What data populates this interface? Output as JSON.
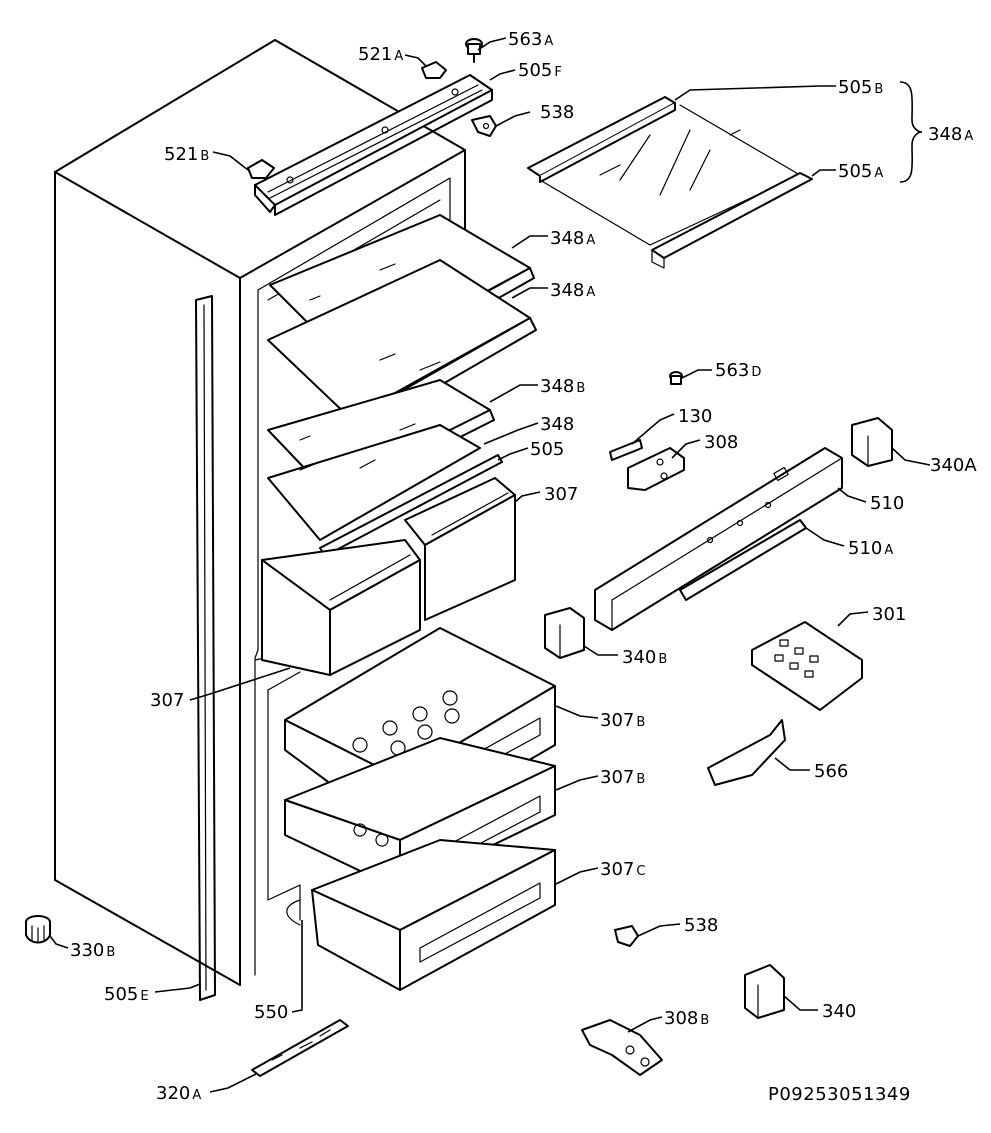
{
  "diagram": {
    "drawing_code": "P09253051349",
    "callouts": [
      {
        "id": "c563a",
        "main": "563",
        "sub": "A"
      },
      {
        "id": "c521a",
        "main": "521",
        "sub": "A"
      },
      {
        "id": "c505f",
        "main": "505",
        "sub": "F"
      },
      {
        "id": "c538top",
        "main": "538",
        "sub": ""
      },
      {
        "id": "c521b",
        "main": "521",
        "sub": "B"
      },
      {
        "id": "c505b",
        "main": "505",
        "sub": "B"
      },
      {
        "id": "c348a_brace",
        "main": "348",
        "sub": "A"
      },
      {
        "id": "c505a",
        "main": "505",
        "sub": "A"
      },
      {
        "id": "c348a_1",
        "main": "348",
        "sub": "A"
      },
      {
        "id": "c348a_2",
        "main": "348",
        "sub": "A"
      },
      {
        "id": "c563d",
        "main": "563",
        "sub": "D"
      },
      {
        "id": "c348b",
        "main": "348",
        "sub": "B"
      },
      {
        "id": "c130",
        "main": "130",
        "sub": ""
      },
      {
        "id": "c348",
        "main": "348",
        "sub": ""
      },
      {
        "id": "c308",
        "main": "308",
        "sub": ""
      },
      {
        "id": "c505",
        "main": "505",
        "sub": ""
      },
      {
        "id": "c340a",
        "main": "340A",
        "sub": ""
      },
      {
        "id": "c307top",
        "main": "307",
        "sub": ""
      },
      {
        "id": "c510",
        "main": "510",
        "sub": ""
      },
      {
        "id": "c510a",
        "main": "510",
        "sub": "A"
      },
      {
        "id": "c301",
        "main": "301",
        "sub": ""
      },
      {
        "id": "c340b",
        "main": "340",
        "sub": "B"
      },
      {
        "id": "c307left",
        "main": "307",
        "sub": ""
      },
      {
        "id": "c307b_1",
        "main": "307",
        "sub": "B"
      },
      {
        "id": "c566",
        "main": "566",
        "sub": ""
      },
      {
        "id": "c307b_2",
        "main": "307",
        "sub": "B"
      },
      {
        "id": "c307c",
        "main": "307",
        "sub": "C"
      },
      {
        "id": "c538bot",
        "main": "538",
        "sub": ""
      },
      {
        "id": "c330b",
        "main": "330",
        "sub": "B"
      },
      {
        "id": "c505e",
        "main": "505",
        "sub": "E"
      },
      {
        "id": "c340",
        "main": "340",
        "sub": ""
      },
      {
        "id": "c550",
        "main": "550",
        "sub": ""
      },
      {
        "id": "c308b",
        "main": "308",
        "sub": "B"
      },
      {
        "id": "c320a",
        "main": "320",
        "sub": "A"
      }
    ]
  }
}
